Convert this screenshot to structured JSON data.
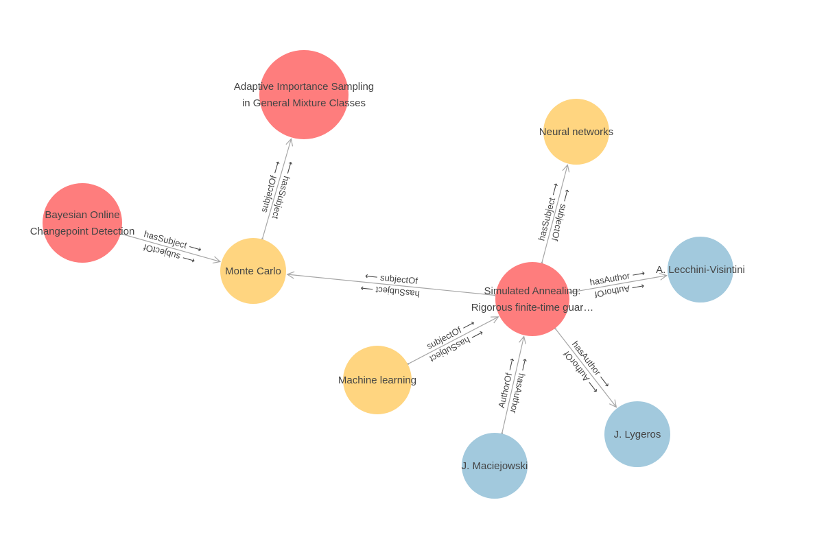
{
  "nodes": [
    {
      "id": "adaptive",
      "lines": [
        "Adaptive Importance Sampling",
        "in General Mixture Classes"
      ],
      "category": "paper"
    },
    {
      "id": "bayesian",
      "lines": [
        "Bayesian Online",
        "Changepoint Detection"
      ],
      "category": "paper"
    },
    {
      "id": "simulated",
      "lines": [
        "Simulated Annealing:",
        "Rigorous finite-time guar…"
      ],
      "category": "paper"
    },
    {
      "id": "monte-carlo",
      "lines": [
        "Monte Carlo"
      ],
      "category": "subject"
    },
    {
      "id": "neural-networks",
      "lines": [
        "Neural networks"
      ],
      "category": "subject"
    },
    {
      "id": "machine-learning",
      "lines": [
        "Machine learning"
      ],
      "category": "subject"
    },
    {
      "id": "lecchini",
      "lines": [
        "A. Lecchini-Visintini"
      ],
      "category": "author"
    },
    {
      "id": "maciejowski",
      "lines": [
        "J. Maciejowski"
      ],
      "category": "author"
    },
    {
      "id": "lygeros",
      "lines": [
        "J. Lygeros"
      ],
      "category": "author"
    }
  ],
  "edges": [
    {
      "source": "monte-carlo",
      "target": "adaptive",
      "forward": "subjectOf",
      "backward": "hasSubject"
    },
    {
      "source": "bayesian",
      "target": "monte-carlo",
      "forward": "hasSubject",
      "backward": "subjectOf"
    },
    {
      "source": "simulated",
      "target": "monte-carlo",
      "forward": "subjectOf",
      "backward": "hasSubject"
    },
    {
      "source": "simulated",
      "target": "neural-networks",
      "forward": "hasSubject",
      "backward": "subjectOf"
    },
    {
      "source": "simulated",
      "target": "lecchini",
      "forward": "hasAuthor",
      "backward": "AuthorOf"
    },
    {
      "source": "machine-learning",
      "target": "simulated",
      "forward": "subjectOf",
      "backward": "hasSubject"
    },
    {
      "source": "maciejowski",
      "target": "simulated",
      "forward": "AuthorOf",
      "backward": "hasAuthor"
    },
    {
      "source": "simulated",
      "target": "lygeros",
      "forward": "hasAuthor",
      "backward": "AuthorOf"
    }
  ],
  "colors": {
    "paper": "#fe7d7d",
    "subject": "#ffd580",
    "author": "#a2c9dd",
    "edge": "#a6a6a6",
    "label": "#444444"
  }
}
